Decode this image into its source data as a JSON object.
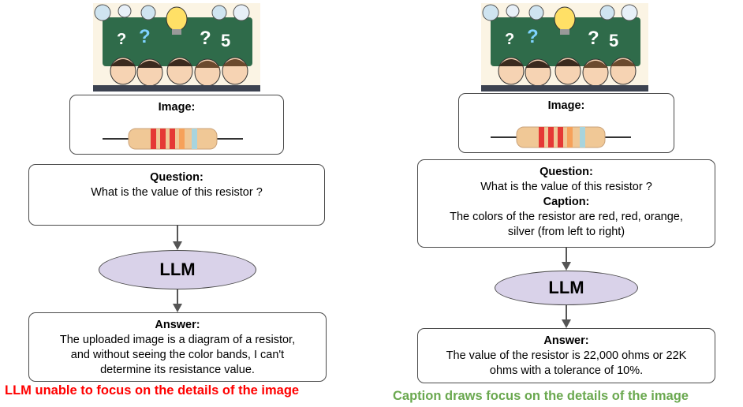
{
  "left": {
    "image_label": "Image:",
    "question_label": "Question:",
    "question_text": "What is the value of this resistor ?",
    "llm_label": "LLM",
    "answer_label": "Answer:",
    "answer_lines": [
      "The uploaded image is a diagram of a resistor,",
      "and without seeing the color bands, I can't",
      "determine its resistance value."
    ],
    "caption": "LLM unable to focus on the details of the image",
    "caption_color": "#ff0000"
  },
  "right": {
    "image_label": "Image:",
    "question_label": "Question:",
    "question_text": "What is the value of this resistor ?",
    "caption_label": "Caption:",
    "caption_lines": [
      "The colors of the resistor are red, red, orange,",
      "silver (from left to right)"
    ],
    "llm_label": "LLM",
    "answer_label": "Answer:",
    "answer_lines": [
      "The value of the resistor is 22,000 ohms or 22K",
      "ohms with a tolerance of 10%."
    ],
    "caption": "Caption draws focus on the details of the image",
    "caption_color": "#6aa84f"
  },
  "colors": {
    "ellipse_fill": "#d9d2e9",
    "resistor_body": "#f0c896",
    "band_red": "#e53935",
    "band_orange": "#f6a15a",
    "band_silver": "#a8d4dd",
    "chalkboard": "#2f6b4a"
  }
}
